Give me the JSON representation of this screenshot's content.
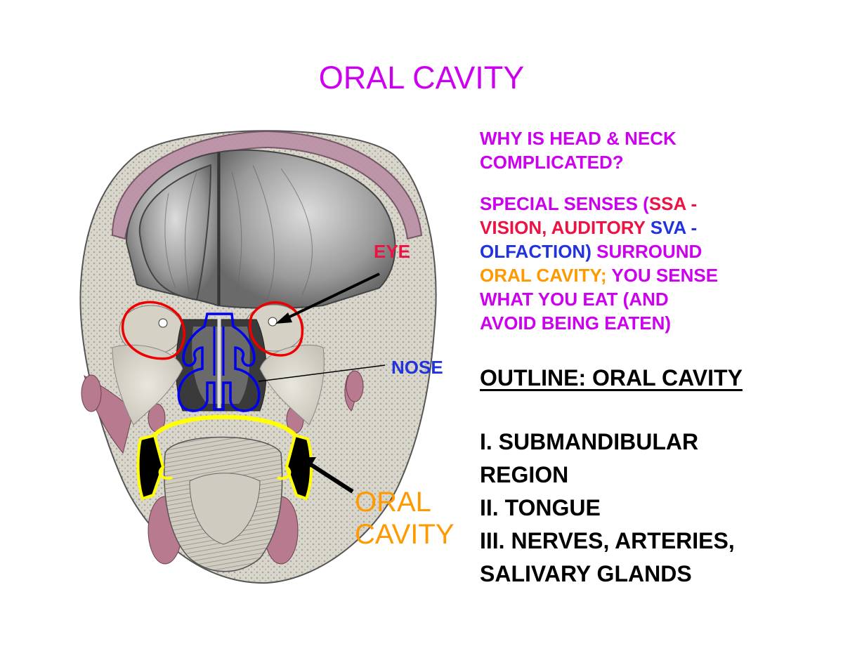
{
  "colors": {
    "title": "#cc00ee",
    "magenta": "#cc00ee",
    "red": "#ee1144",
    "blue": "#2233dd",
    "orange": "#ff9900",
    "black": "#000000",
    "eye_outline": "#ee0000",
    "nose_outline": "#0000ee",
    "oral_outline": "#ffff00"
  },
  "title": "ORAL CAVITY",
  "figure": {
    "labels": {
      "eye": "EYE",
      "nose": "NOSE",
      "oral_line1": "ORAL",
      "oral_line2": "CAVITY"
    },
    "icons": [
      "head-cross-section-illustration",
      "arrow-icon"
    ]
  },
  "why": {
    "line1": "WHY IS HEAD & NECK",
    "line2": "COMPLICATED?"
  },
  "special": {
    "s1": "SPECIAL SENSES (",
    "s2": "SSA -",
    "s3": "VISION, AUDITORY",
    "s4": "SVA -",
    "s5": "OLFACTION)",
    "s6": "SURROUND",
    "s7": "ORAL CAVITY;",
    "s8": "YOU SENSE",
    "s9": "WHAT YOU EAT (AND",
    "s10": "AVOID BEING EATEN)"
  },
  "outline": {
    "heading": "OUTLINE: ORAL CAVITY",
    "items": [
      "I. SUBMANDIBULAR",
      "REGION",
      "II. TONGUE",
      "III. NERVES, ARTERIES,",
      "SALIVARY GLANDS"
    ]
  }
}
